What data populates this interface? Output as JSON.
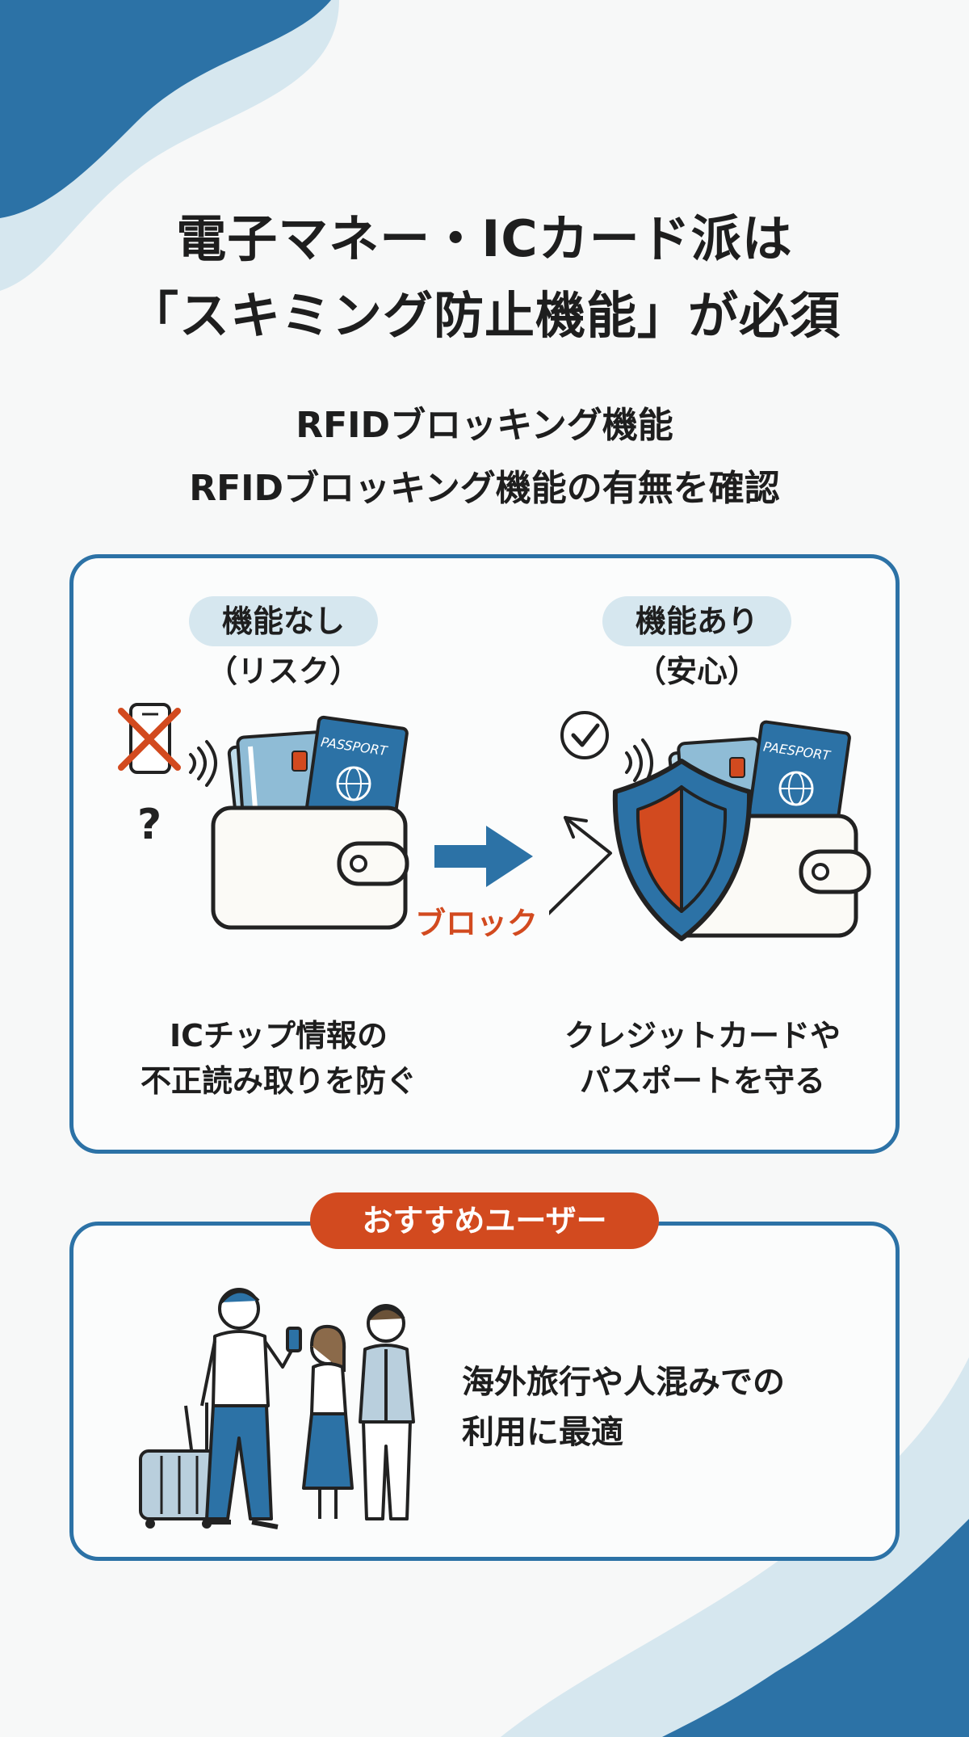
{
  "title": {
    "line1": "電子マネー・ICカード派は",
    "line2": "「スキミング防止機能」が必須"
  },
  "subtitle": {
    "line1": "RFIDブロッキング機能",
    "line2": "RFIDブロッキング機能の有無を確認"
  },
  "comparison": {
    "left": {
      "pill": "機能なし",
      "paren": "（リスク）",
      "caption_line1": "ICチップ情報の",
      "caption_line2": "不正読み取りを防ぐ"
    },
    "arrow_label": "ブロック",
    "right": {
      "pill": "機能あり",
      "paren": "（安心）",
      "caption_line1": "クレジットカードや",
      "caption_line2": "パスポートを守る"
    },
    "passport_text": "PASSPORT",
    "passport_text_right": "PAESPORT"
  },
  "recommend": {
    "badge": "おすすめユーザー",
    "text_line1": "海外旅行や人混みでの",
    "text_line2": "利用に最適"
  },
  "colors": {
    "primary_blue": "#2c72a6",
    "light_blue": "#d6e7ef",
    "accent_orange": "#d24a1f"
  }
}
